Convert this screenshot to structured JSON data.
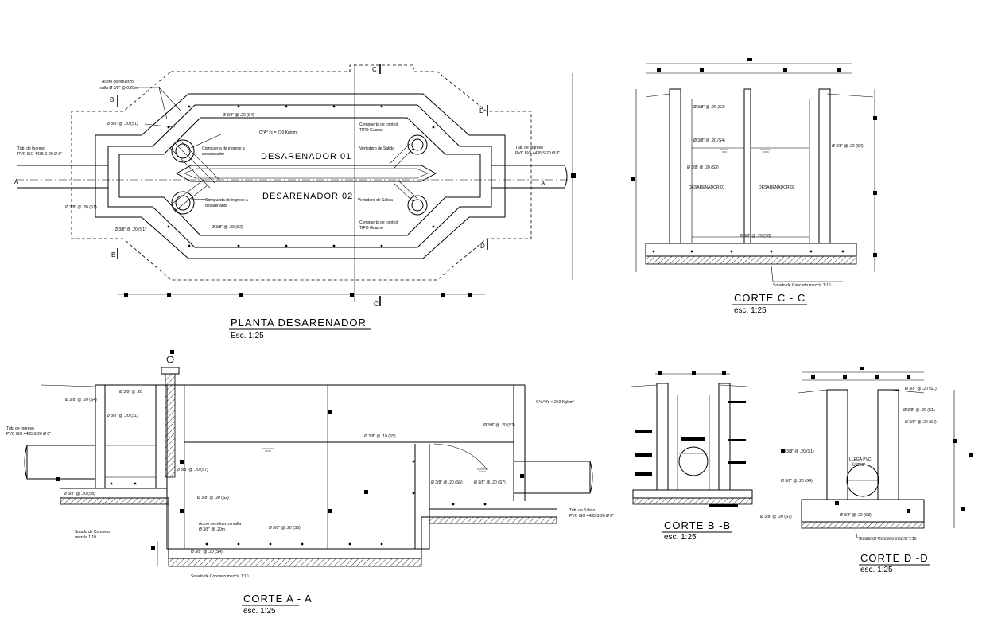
{
  "plan": {
    "title": "PLANTA DESARENADOR",
    "scale": "Esc. 1:25",
    "chamber1": "DESARENADOR 01",
    "chamber2": "DESARENADOR 02",
    "acero_line1": "Acero de refuerzo",
    "acero_line2": "malla Ø 3/8\" @ 0.20m",
    "concrete": "C°A° f'c = 210 Kg/cm²",
    "inlet_line1": "Tub. de Ingreso",
    "inlet_line2": "PVC ISO 4435 S-20 Ø 8\"",
    "outlet_line1": "Tub. de Ingreso",
    "outlet_line2": "PVC ISO 4435 S-20 Ø 8\"",
    "gate1_line1": "Compuerta de ingreso a",
    "gate1_line2": "desarenador",
    "gate2_line1": "Compuerta de ingreso a",
    "gate2_line2": "desarenador",
    "ctrl1_line1": "Compuerta de control",
    "ctrl1_line2": "TIPO Guarpo",
    "ctrl2_line1": "Compuerta de control",
    "ctrl2_line2": "TIPO Guarpo",
    "weir1": "Vertedero de Salida",
    "weir2": "Vertedero de Salida",
    "reb_s4": "Ø 3/8\" @ .20 (S4)",
    "reb_s1_top": "Ø 3/8\" @ .20 (S1)",
    "reb_s1_left": "Ø 3/8\" @ .20 (S1)",
    "reb_s1_bot": "Ø 3/8\" @ .20 (S1)",
    "reb_s2": "Ø 3/8\" @ .20 (S2)",
    "mark_a_left": "A",
    "mark_a_right": "A",
    "mark_b_top": "B",
    "mark_b_bot": "B",
    "mark_c_top": "C",
    "mark_c_bot": "C",
    "mark_d_top": "D",
    "mark_d_bot": "D"
  },
  "corte_cc": {
    "title": "CORTE C - C",
    "scale": "esc. 1:25",
    "reb_s2": "Ø 3/8\" @ .20 (S2)",
    "reb_s4a": "Ø 3/8\" @ .20 (S4)",
    "reb_s4b": "Ø 3/8\" @ .20 (S4)",
    "reb_s3": "Ø 3/8\" @ .20 (S3)",
    "reb_s8": "Ø 3/8\" @ .20 (S8)",
    "ch1": "DESARENADOR 01",
    "ch2": "DESARENADOR 02",
    "solado": "Solado de Concreto mezcla 1:10"
  },
  "corte_aa": {
    "title": "CORTE A - A",
    "scale": "esc. 1:25",
    "inlet_line1": "Tub. de Ingreso",
    "inlet_line2": "PVC ISO 4435 S-20 Ø 8\"",
    "outlet_line1": "Tub. de Salida",
    "outlet_line2": "PVC ISO 4435 S-20 Ø 8\"",
    "concrete": "C°A° f'c = 210 Kg/cm²",
    "reb_s4_top": "Ø 3/8\" @ .20 (S4)",
    "reb_s4_bot": "Ø 3/8\" @ .20 (S4)",
    "reb_s1": "Ø 3/8\" @ .20 (S1)",
    "reb_top": "Ø 3/8\" @ .20",
    "reb_s5": "Ø 3/8\" @ .10 (S5)",
    "reb_s2a": "Ø 3/8\" @ .20 (S2)",
    "reb_s2b": "Ø 3/8\" @ .20 (S2)",
    "reb_s7a": "Ø 3/8\" @ .20 (S7)",
    "reb_s7b": "Ø 3/8\" @ .20 (S7)",
    "reb_s8a": "Ø 3/8\" @ .20 (S8)",
    "reb_s8b": "Ø 3/8\" @ .20 (S8)",
    "reb_s6": "Ø 3/8\" @ .20 (S6)",
    "malla_line1": "Acero de refuerzo malla",
    "malla_line2": "Ø 3/8\" @ .20m",
    "solado_left_line1": "Solado de Concreto",
    "solado_left_line2": "mezcla 1:10",
    "solado_bot": "Solado de Concreto mezcla 1:10"
  },
  "corte_bb": {
    "title": "CORTE B -B",
    "scale": "esc. 1:25"
  },
  "corte_dd": {
    "title": "CORTE D -D",
    "scale": "esc. 1:25",
    "reb_s1a": "Ø 3/8\" @ .20 (S1)",
    "reb_s1b": "Ø 3/8\" @ .20 (S1)",
    "reb_s4a": "Ø 3/8\" @ .20 (S4)",
    "reb_s4b": "Ø 3/8\" @ .20 (S4)",
    "reb_s7": "Ø 3/8\" @ .20 (S7)",
    "reb_s8": "Ø 3/8\" @ .20 (S8)",
    "llega1": "LLEGA PVC",
    "llega2": "Ù Ø20\"",
    "solado": "Solado de Concreto mezcla 1:10"
  }
}
